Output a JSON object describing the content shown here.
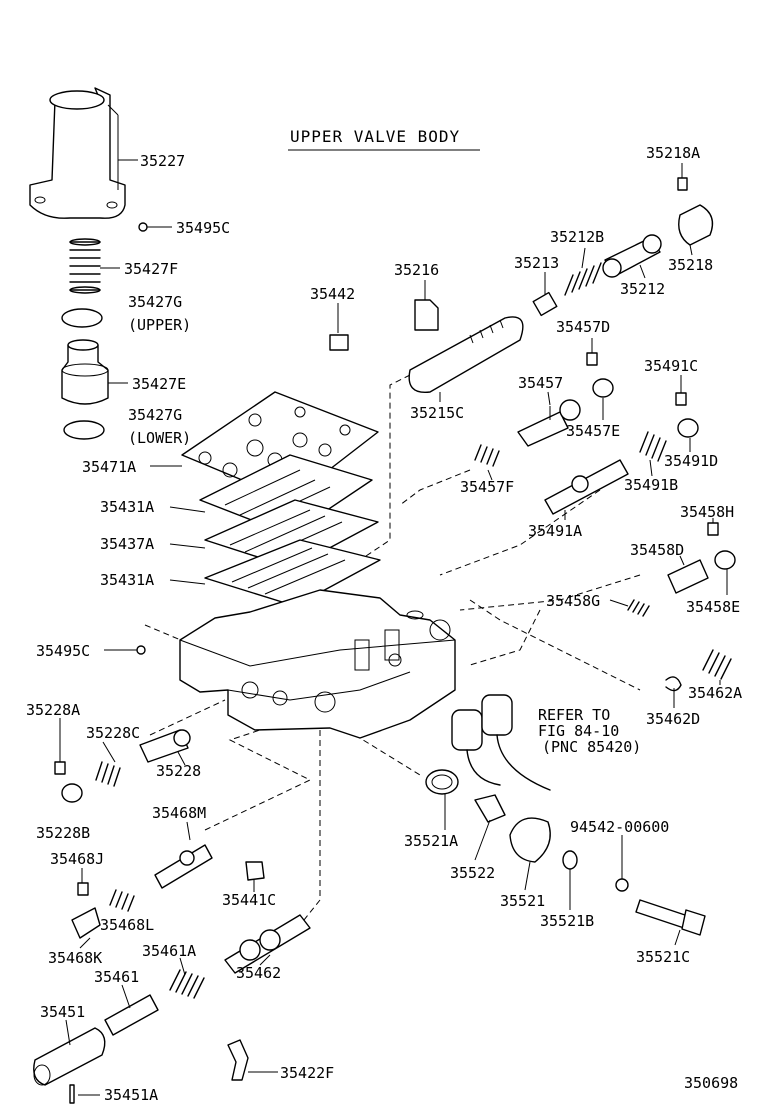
{
  "title": "UPPER VALVE BODY",
  "diagram_code": "350698",
  "refer_note": [
    "REFER TO",
    "FIG 84-10",
    "(PNC 85420)"
  ],
  "labels": {
    "p35227": "35227",
    "p35495c_top": "35495C",
    "p35427f": "35427F",
    "p35427g_up": "35427G",
    "upper": "(UPPER)",
    "p35427e": "35427E",
    "p35427g_low": "35427G",
    "lower": "(LOWER)",
    "p35471a": "35471A",
    "p35431a_1": "35431A",
    "p35437a": "35437A",
    "p35431a_2": "35431A",
    "p35495c_mid": "35495C",
    "p35228a": "35228A",
    "p35228c": "35228C",
    "p35228": "35228",
    "p35228b": "35228B",
    "p35468m": "35468M",
    "p35468j": "35468J",
    "p35468l": "35468L",
    "p35441c": "35441C",
    "p35468k": "35468K",
    "p35461a": "35461A",
    "p35461": "35461",
    "p35462": "35462",
    "p35451": "35451",
    "p35451a": "35451A",
    "p35422f": "35422F",
    "p35442": "35442",
    "p35216": "35216",
    "p35213": "35213",
    "p35212b": "35212B",
    "p35218a": "35218A",
    "p35218": "35218",
    "p35212": "35212",
    "p35215c": "35215C",
    "p35457d": "35457D",
    "p35457": "35457",
    "p35457e": "35457E",
    "p35457f": "35457F",
    "p35491c": "35491C",
    "p35491d": "35491D",
    "p35491b": "35491B",
    "p35491a": "35491A",
    "p35458h": "35458H",
    "p35458d": "35458D",
    "p35458g": "35458G",
    "p35458e": "35458E",
    "p35462a": "35462A",
    "p35462d": "35462D",
    "p35521a": "35521A",
    "p35522": "35522",
    "p35521": "35521",
    "p35521b": "35521B",
    "p94542": "94542-00600",
    "p35521c": "35521C"
  }
}
